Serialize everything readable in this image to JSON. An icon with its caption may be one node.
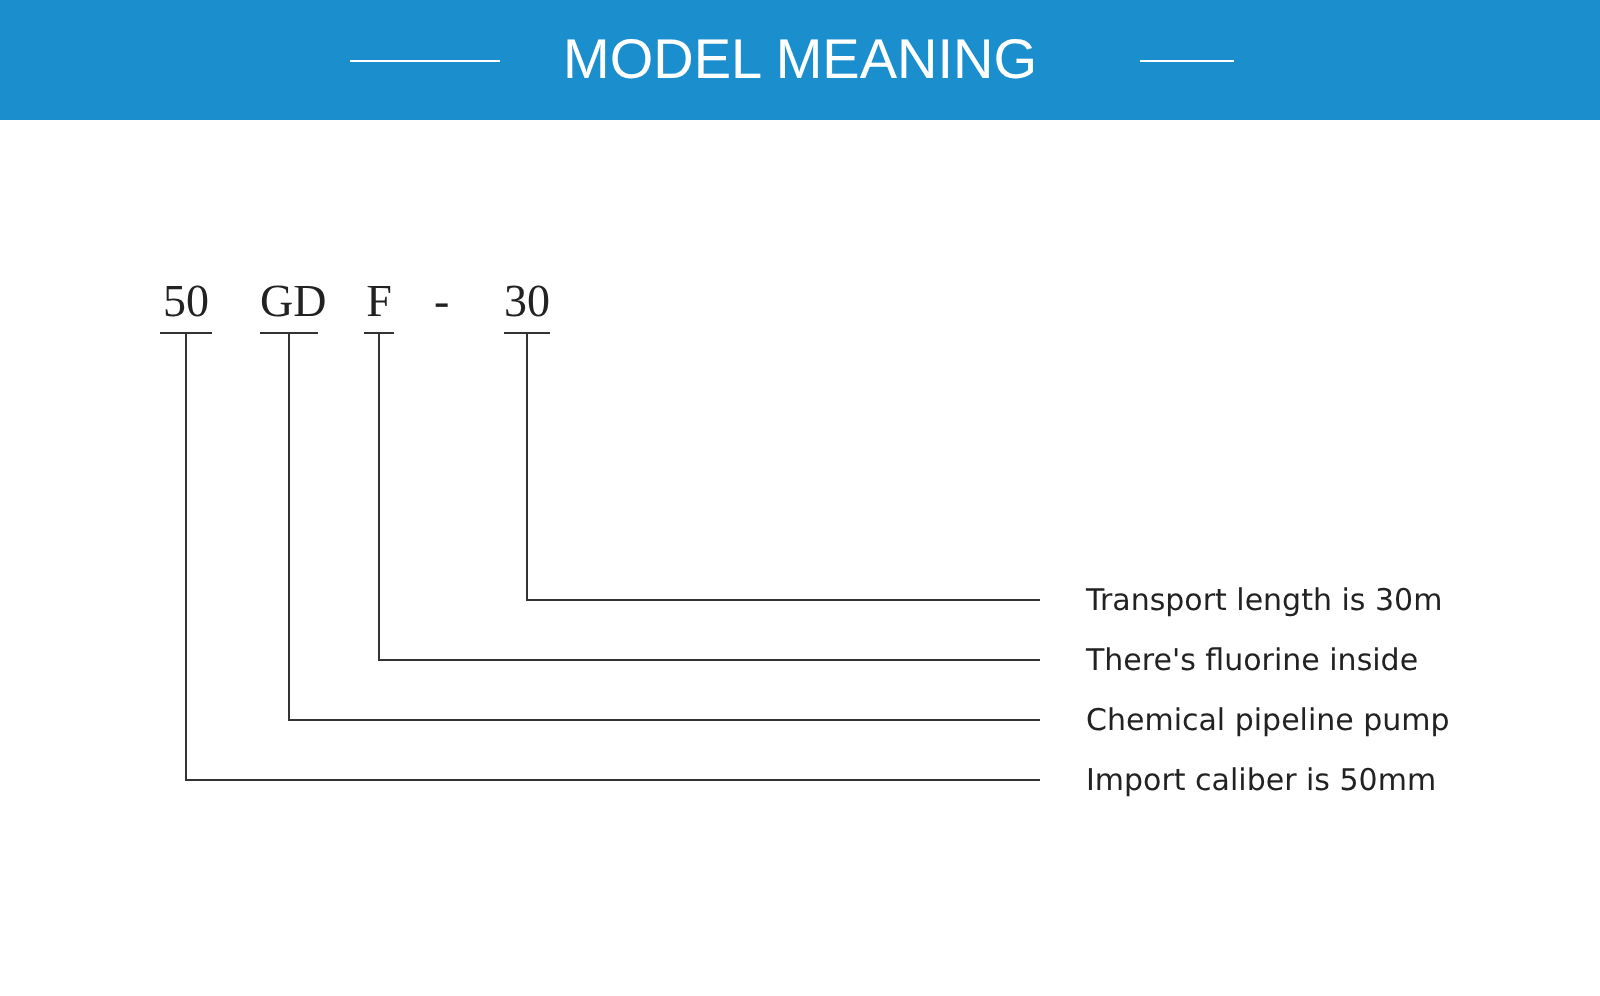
{
  "diagram": {
    "title": "MODEL MEANING",
    "nodes": [
      {
        "text": [
          "50"
        ]
      },
      {
        "text": [
          "GD"
        ]
      },
      {
        "text": [
          "F"
        ]
      },
      {
        "text": [
          "30"
        ]
      },
      {
        "text": [
          "Transport length is 30m"
        ]
      },
      {
        "text": [
          "There's fluorine inside"
        ]
      },
      {
        "text": [
          "Chemical pipeline pump"
        ]
      },
      {
        "text": [
          "Import caliber is 50mm"
        ]
      }
    ],
    "edges": [
      {
        "from": 3,
        "to": 4,
        "arrow": "none"
      },
      {
        "from": 2,
        "to": 5,
        "arrow": "none"
      },
      {
        "from": 1,
        "to": 6,
        "arrow": "none"
      },
      {
        "from": 0,
        "to": 7,
        "arrow": "none"
      }
    ],
    "labels": [
      "-"
    ]
  }
}
